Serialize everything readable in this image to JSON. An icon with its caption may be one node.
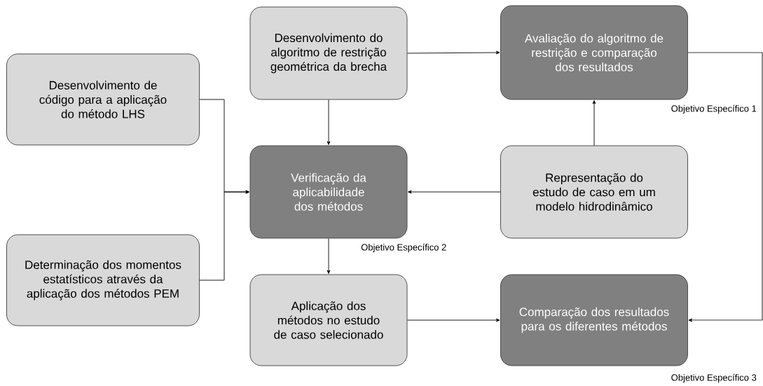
{
  "diagram": {
    "nodes": [
      {
        "text": [
          "Desenvolvimento de código para a aplicação do método LHS"
        ]
      },
      {
        "text": [
          "Determinação dos momentos estatísticos através da aplicação dos métodos PEM"
        ]
      },
      {
        "text": [
          "Desenvolvimento do algoritmo de restrição geométrica da brecha"
        ]
      },
      {
        "text": [
          "Avaliação do algoritmo de restrição e comparação dos resultados"
        ],
        "beside": [
          "Objetivo Específico 1"
        ]
      },
      {
        "text": [
          "Verificação da aplicabilidade dos métodos"
        ],
        "beside": [
          "Objetivo Específico 2"
        ]
      },
      {
        "text": [
          "Representação do estudo de caso em um modelo hidrodinâmico"
        ]
      },
      {
        "text": [
          "Aplicação dos métodos no estudo de caso selecionado"
        ]
      },
      {
        "text": [
          "Comparação dos resultados para os diferentes métodos"
        ],
        "beside": [
          "Objetivo Específico 3"
        ]
      }
    ],
    "edges": [
      {
        "from": 0,
        "to": 4,
        "arrow": "to"
      },
      {
        "from": 1,
        "to": 4,
        "arrow": "to"
      },
      {
        "from": 2,
        "to": 4,
        "arrow": "to"
      },
      {
        "from": 5,
        "to": 4,
        "arrow": "to"
      },
      {
        "from": 5,
        "to": 3,
        "arrow": "to"
      },
      {
        "from": 2,
        "to": 3,
        "arrow": "to"
      },
      {
        "from": 4,
        "to": 6,
        "arrow": "to"
      },
      {
        "from": 6,
        "to": 7,
        "arrow": "to"
      },
      {
        "from": 3,
        "to": 7,
        "arrow": "to"
      }
    ]
  }
}
